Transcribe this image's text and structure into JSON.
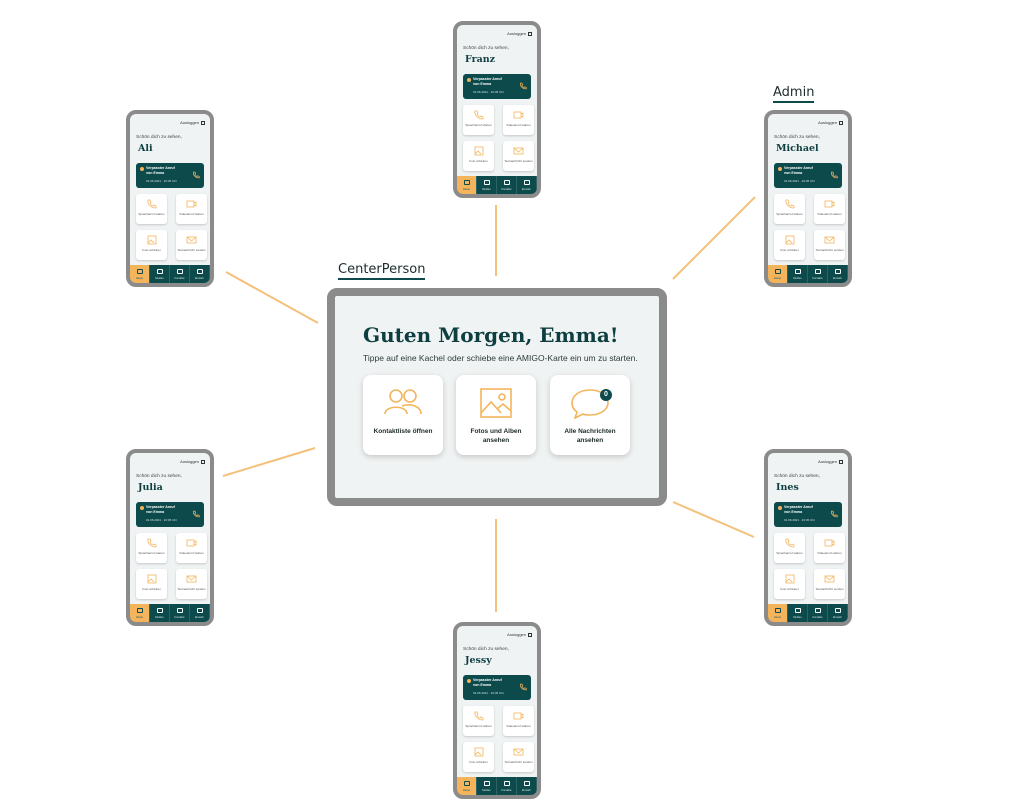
{
  "captions": {
    "center": "CenterPerson",
    "admin": "Admin"
  },
  "tablet": {
    "greeting": "Guten Morgen, Emma!",
    "subtitle": "Tippe auf eine Kachel oder schiebe eine AMIGO-Karte ein um zu starten.",
    "tiles": [
      {
        "label": "Kontaktliste öffnen",
        "icon": "contacts-icon"
      },
      {
        "label": "Fotos und Alben ansehen",
        "icon": "photo-icon"
      },
      {
        "label": "Alle Nachrichten ansehen",
        "icon": "chat-bubble-icon",
        "badge": "0"
      }
    ]
  },
  "phone_common": {
    "logout": "Ausloggen",
    "greeting": "Schön dich zu sehen,",
    "missed_title": "Verpasster Anruf von Emma",
    "missed_date": "01.06.2021 · 10:45 Uhr",
    "tiles": [
      "Sprachanruf starten",
      "Videoanruf starten",
      "Foto schicken",
      "Textnachricht senden"
    ],
    "nav": [
      "Home",
      "Medien",
      "Kontakte",
      "Einstell."
    ]
  },
  "phones": {
    "franz": "Franz",
    "ali": "Ali",
    "michael": "Michael",
    "julia": "Julia",
    "ines": "Ines",
    "jessy": "Jessy"
  },
  "colors": {
    "teal": "#0c4a4c",
    "accent": "#f4b45c",
    "connector": "#f5c07a",
    "frame": "#8b8b8b"
  }
}
